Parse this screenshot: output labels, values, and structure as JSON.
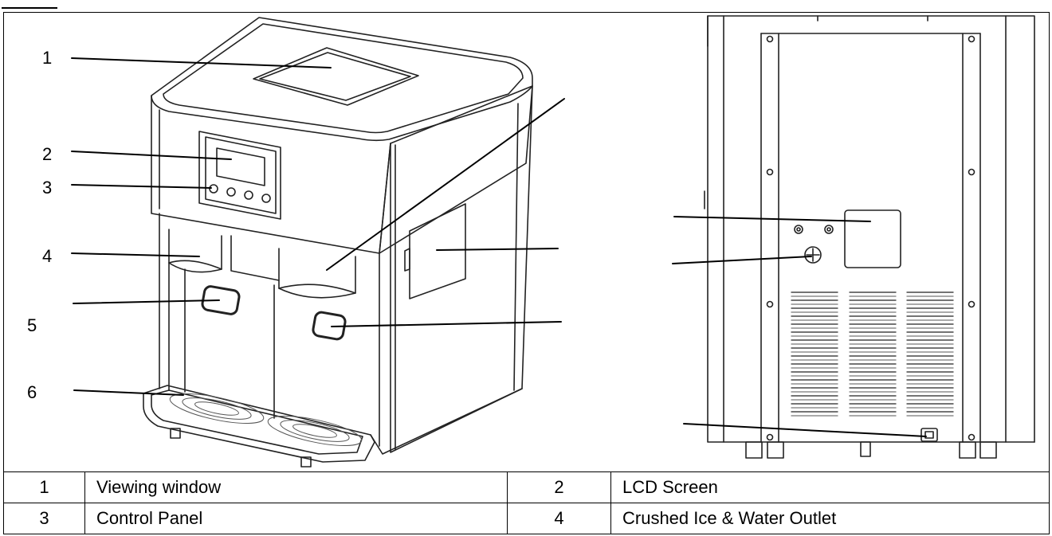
{
  "figure": {
    "front_callouts": [
      "1",
      "2",
      "3",
      "4",
      "5",
      "6"
    ]
  },
  "legend": {
    "rows": [
      [
        {
          "num": "1",
          "label": "Viewing window"
        },
        {
          "num": "2",
          "label": "LCD Screen"
        }
      ],
      [
        {
          "num": "3",
          "label": "Control Panel"
        },
        {
          "num": "4",
          "label": "Crushed Ice & Water Outlet"
        }
      ]
    ]
  }
}
